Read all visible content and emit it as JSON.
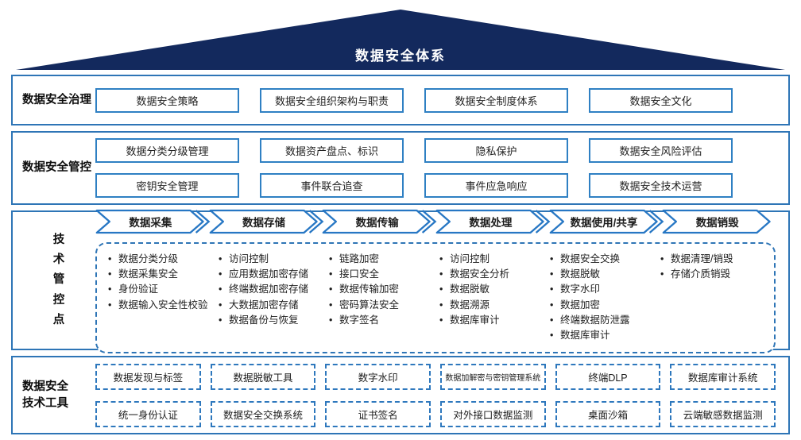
{
  "roof": {
    "title": "数据安全体系"
  },
  "governance": {
    "label": "数据安全治理",
    "boxes": [
      "数据安全策略",
      "数据安全组织架构与职责",
      "数据安全制度体系",
      "数据安全文化"
    ]
  },
  "control": {
    "label": "数据安全管控",
    "row1": [
      "数据分类分级管理",
      "数据资产盘点、标识",
      "隐私保护",
      "数据安全风险评估"
    ],
    "row2": [
      "密钥安全管理",
      "事件联合追查",
      "事件应急响应",
      "数据安全技术运营"
    ]
  },
  "tech": {
    "label": "技术管控点",
    "stages": [
      "数据采集",
      "数据存储",
      "数据传输",
      "数据处理",
      "数据使用/共享",
      "数据销毁"
    ],
    "col1": [
      "数据分类分级",
      "数据采集安全",
      "身份验证",
      "数据输入安全性校验"
    ],
    "col2": [
      "访问控制",
      "应用数据加密存储",
      "终端数据加密存储",
      "大数据加密存储",
      "数据备份与恢复"
    ],
    "col3": [
      "链路加密",
      "接口安全",
      "数据传输加密",
      "密码算法安全",
      "数字签名"
    ],
    "col4": [
      "访问控制",
      "数据安全分析",
      "数据脱敏",
      "数据溯源",
      "数据库审计"
    ],
    "col5": [
      "数据安全交换",
      "数据脱敏",
      "数字水印",
      "数据加密",
      "终端数据防泄露",
      "数据库审计"
    ],
    "col6": [
      "数据清理/销毁",
      "存储介质销毁"
    ]
  },
  "tools": {
    "label": "数据安全技术工具",
    "row1": [
      "数据发现与标签",
      "数据脱敏工具",
      "数字水印",
      "数据加解密与密钥管理系统",
      "终端DLP",
      "数据库审计系统"
    ],
    "row2": [
      "统一身份认证",
      "数据安全交换系统",
      "证书签名",
      "对外接口数据监测",
      "桌面沙箱",
      "云端敏感数据监测"
    ]
  },
  "colors": {
    "roof_navy": "#13295d",
    "section_border": "#2e75b6",
    "box_border": "#2f80c3",
    "chevron_stroke": "#2777c4",
    "text": "#1e1e1e"
  }
}
